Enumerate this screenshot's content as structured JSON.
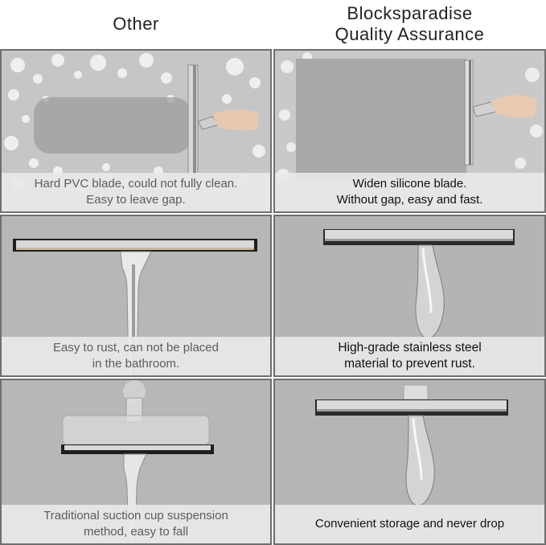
{
  "headers": {
    "left": "Other",
    "right_line1": "Blocksparadise",
    "right_line2": "Quality Assurance"
  },
  "rows": [
    {
      "other": {
        "line1": "Hard PVC blade, could not fully clean.",
        "line2": "Easy to leave gap."
      },
      "blocksparadise": {
        "line1": "Widen silicone blade.",
        "line2": "Without gap, easy and fast."
      }
    },
    {
      "other": {
        "line1": "Easy to rust, can not be placed",
        "line2": "in the bathroom."
      },
      "blocksparadise": {
        "line1": "High-grade stainless steel",
        "line2": "material to prevent rust."
      }
    },
    {
      "other": {
        "line1": "Traditional suction cup suspension",
        "line2": "method, easy to fall"
      },
      "blocksparadise": {
        "line1": "Convenient storage and never drop"
      }
    }
  ],
  "colors": {
    "cell_background": "#b4b4b4",
    "border": "#6f6f6f",
    "caption_background": "#e8e8e8",
    "other_text": "#5c5c5c",
    "blocksparadise_text": "#111111"
  },
  "icons": {
    "row1": "squeegee-on-glass-photo",
    "row2": "squeegee-product-photo",
    "row3": "squeegee-storage-photo"
  }
}
